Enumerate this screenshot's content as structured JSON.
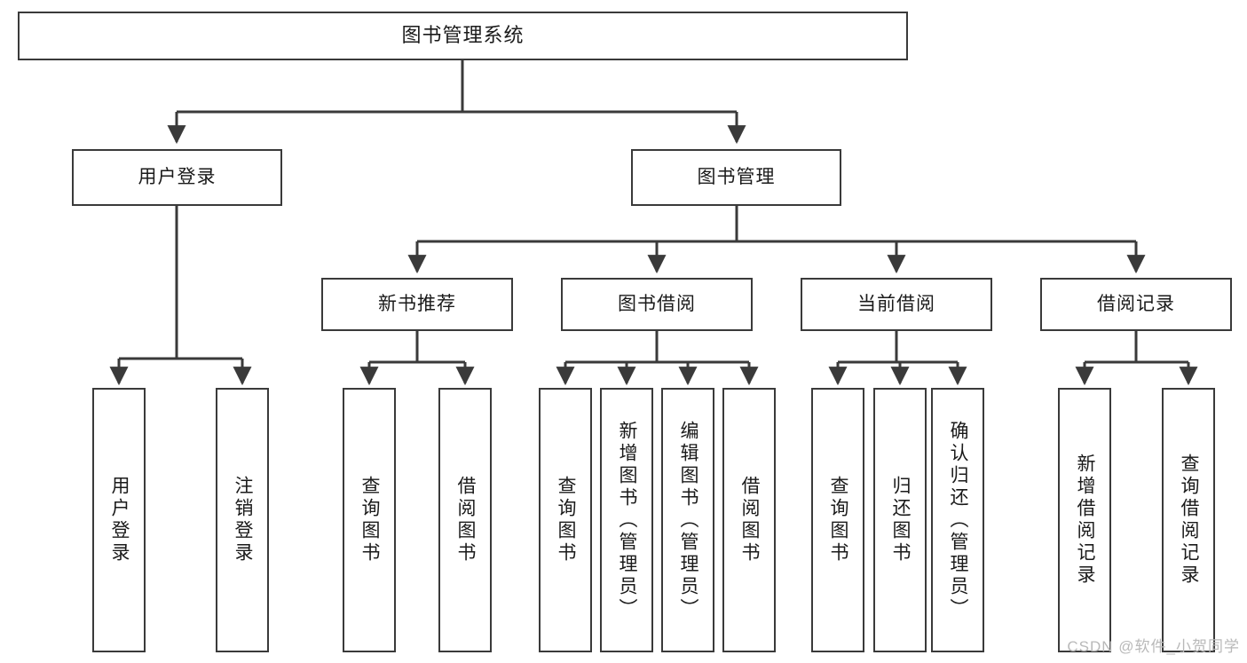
{
  "diagram": {
    "title": "图书管理系统",
    "type": "tree-hierarchy",
    "stroke_color": "#3a3a3a",
    "fill_color": "#ffffff",
    "text_color": "#1a1a1a"
  },
  "nodes": {
    "root": {
      "label": "图书管理系统"
    },
    "level2": [
      {
        "id": "user-login",
        "label": "用户登录"
      },
      {
        "id": "book-manage",
        "label": "图书管理"
      }
    ],
    "level3": [
      {
        "id": "new-book-recommend",
        "label": "新书推荐"
      },
      {
        "id": "book-borrow",
        "label": "图书借阅"
      },
      {
        "id": "current-borrow",
        "label": "当前借阅"
      },
      {
        "id": "borrow-record",
        "label": "借阅记录"
      }
    ],
    "leaves": {
      "user_login": [
        {
          "id": "leaf-user-login",
          "label": "用户登录"
        },
        {
          "id": "leaf-logout-login",
          "label": "注销登录"
        }
      ],
      "new_book_recommend": [
        {
          "id": "leaf-query-book-1",
          "label": "查询图书"
        },
        {
          "id": "leaf-borrow-book-1",
          "label": "借阅图书"
        }
      ],
      "book_borrow": [
        {
          "id": "leaf-query-book-2",
          "label": "查询图书"
        },
        {
          "id": "leaf-add-book",
          "label": "新增图书（管理员）"
        },
        {
          "id": "leaf-edit-book",
          "label": "编辑图书（管理员）"
        },
        {
          "id": "leaf-borrow-book-2",
          "label": "借阅图书"
        }
      ],
      "current_borrow": [
        {
          "id": "leaf-query-book-3",
          "label": "查询图书"
        },
        {
          "id": "leaf-return-book",
          "label": "归还图书"
        },
        {
          "id": "leaf-confirm-return",
          "label": "确认归还（管理员）"
        }
      ],
      "borrow_record": [
        {
          "id": "leaf-add-record",
          "label": "新增借阅记录"
        },
        {
          "id": "leaf-query-record",
          "label": "查询借阅记录"
        }
      ]
    }
  },
  "watermark": {
    "text": "CSDN @软件_小贺同学"
  }
}
